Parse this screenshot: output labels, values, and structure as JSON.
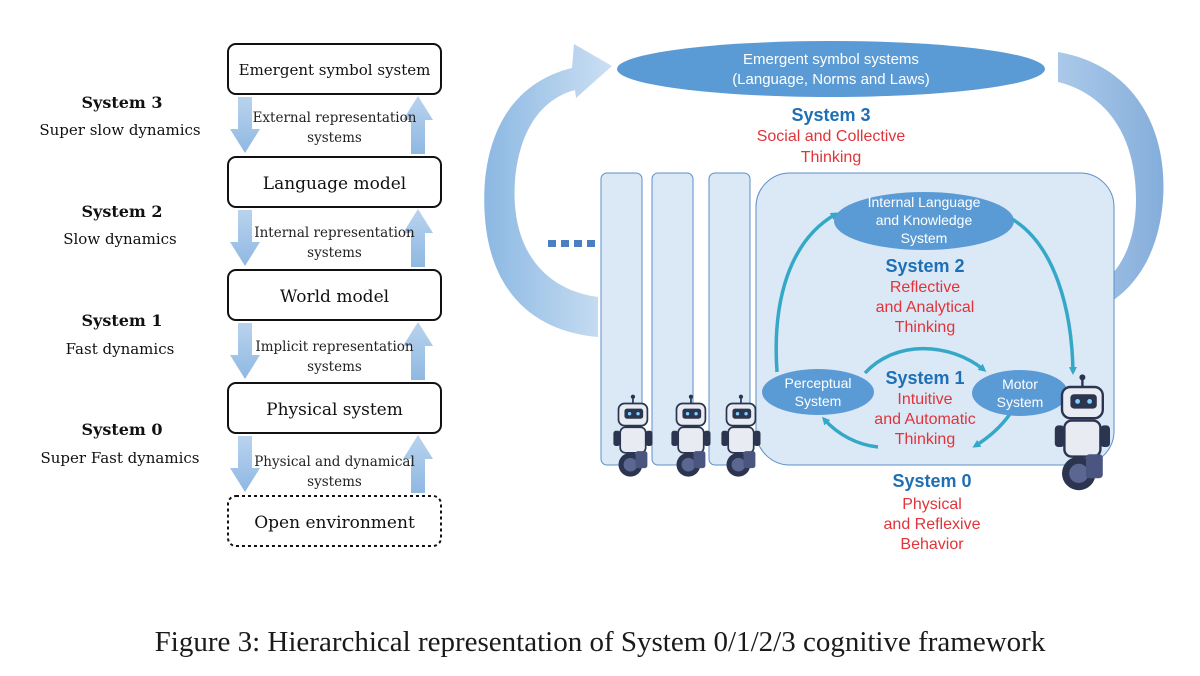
{
  "left": {
    "boxes": [
      "Emergent symbol system",
      "Language model",
      "World model",
      "Physical system",
      "Open environment"
    ],
    "arrow_labels": [
      [
        "External representation",
        "systems"
      ],
      [
        "Internal representation",
        "systems"
      ],
      [
        "Implicit representation",
        "systems"
      ],
      [
        "Physical and dynamical",
        "systems"
      ]
    ],
    "systems": [
      {
        "name": "System 3",
        "desc": "Super slow dynamics"
      },
      {
        "name": "System 2",
        "desc": "Slow dynamics"
      },
      {
        "name": "System 1",
        "desc": "Fast dynamics"
      },
      {
        "name": "System 0",
        "desc": "Super Fast dynamics"
      }
    ]
  },
  "right": {
    "top_ellipse": [
      "Emergent symbol systems",
      "(Language, Norms and Laws)"
    ],
    "system3": {
      "name": "System 3",
      "desc": [
        "Social and Collective",
        "Thinking"
      ]
    },
    "inner_ellipse": [
      "Internal Language",
      "and Knowledge",
      "System"
    ],
    "system2": {
      "name": "System 2",
      "desc": [
        "Reflective",
        "and Analytical",
        "Thinking"
      ]
    },
    "perceptual": [
      "Perceptual",
      "System"
    ],
    "motor": [
      "Motor",
      "System"
    ],
    "system1": {
      "name": "System 1",
      "desc": [
        "Intuitive",
        "and Automatic",
        "Thinking"
      ]
    },
    "system0": {
      "name": "System 0",
      "desc": [
        "Physical",
        "and Reflexive",
        "Behavior"
      ]
    }
  },
  "colors": {
    "blue_title": "#1f6fb5",
    "red_desc": "#e0343a",
    "ellipse": "#5b9bd5",
    "panel": "#dbe8f6",
    "teal": "#35a8c8"
  },
  "caption": "Figure 3: Hierarchical representation of System 0/1/2/3 cognitive framework"
}
